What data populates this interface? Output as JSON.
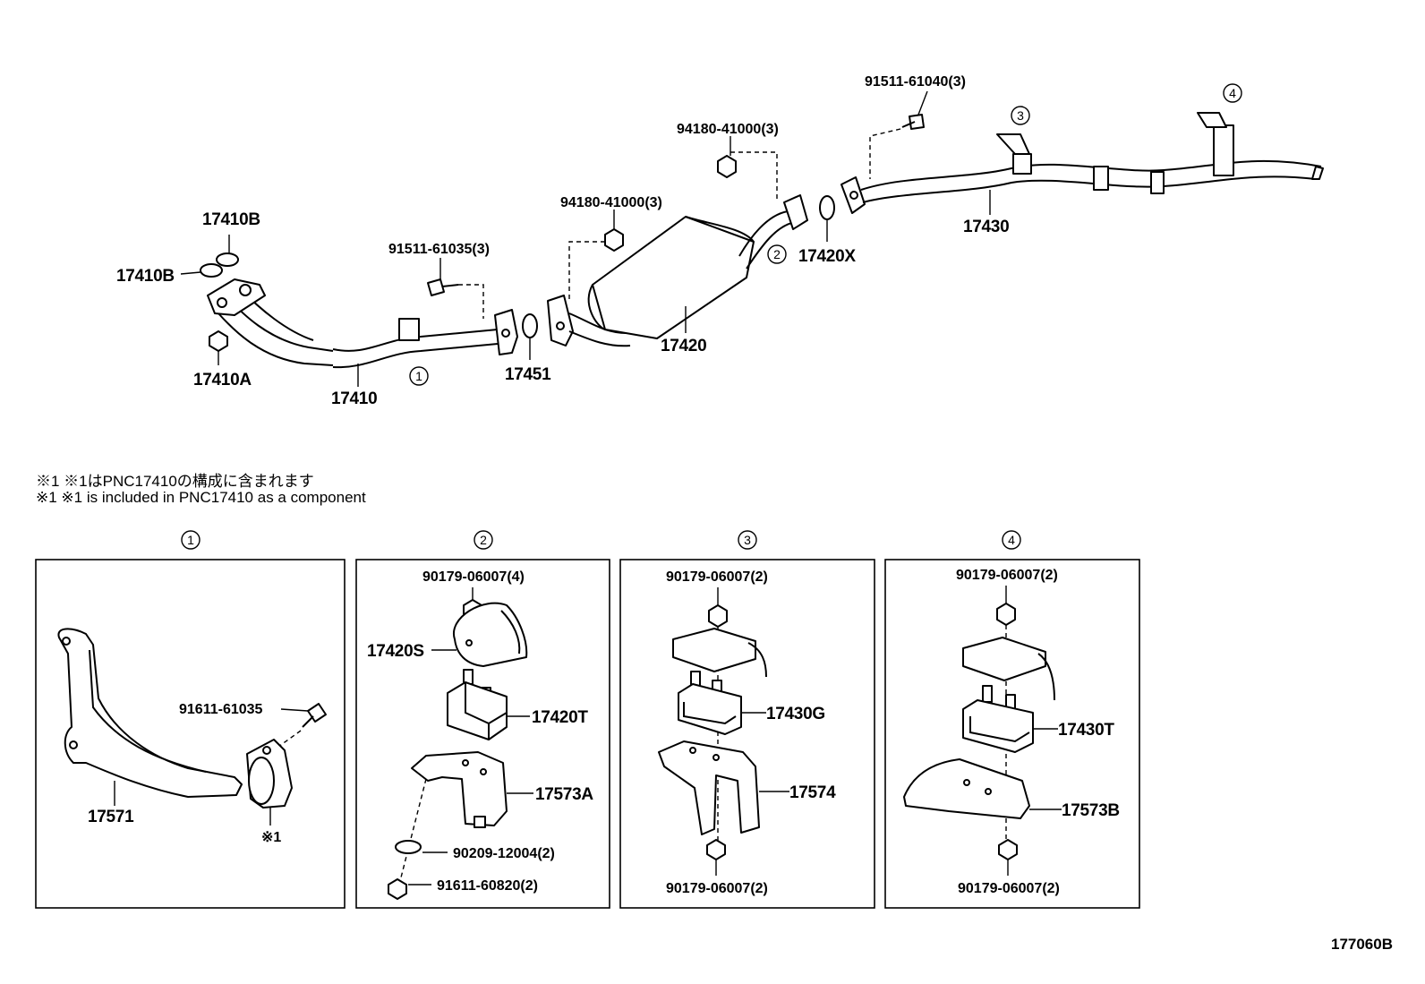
{
  "diagram_code": "177060B",
  "notes": {
    "japanese": "※1 ※1はPNC17410の構成に含まれます",
    "english": "※1 ※1 is included in PNC17410 as a component"
  },
  "main_labels": {
    "p17410B_top": "17410B",
    "p17410B_left": "17410B",
    "p17410A": "17410A",
    "p17410": "17410",
    "p91511_61035": "91511-61035(3)",
    "p17451": "17451",
    "p94180_left": "94180-41000(3)",
    "p94180_right": "94180-41000(3)",
    "p17420": "17420",
    "p17420X": "17420X",
    "p91511_61040": "91511-61040(3)",
    "p17430": "17430"
  },
  "circled_refs": {
    "r1": "1",
    "r2": "2",
    "r3": "3",
    "r4": "4"
  },
  "detail_1": {
    "ref": "1",
    "bracket": "17571",
    "bolt": "91611-61035",
    "clamp_note": "※1"
  },
  "detail_2": {
    "ref": "2",
    "bolt_top": "90179-06007(4)",
    "heat_shield": "17420S",
    "mount": "17420T",
    "bracket": "17573A",
    "washer": "90209-12004(2)",
    "bolt_bottom": "91611-60820(2)"
  },
  "detail_3": {
    "ref": "3",
    "bolt_top": "90179-06007(2)",
    "mount": "17430G",
    "bracket": "17574",
    "bolt_bottom": "90179-06007(2)"
  },
  "detail_4": {
    "ref": "4",
    "bolt_top": "90179-06007(2)",
    "mount": "17430T",
    "bracket": "17573B",
    "bolt_bottom": "90179-06007(2)"
  }
}
